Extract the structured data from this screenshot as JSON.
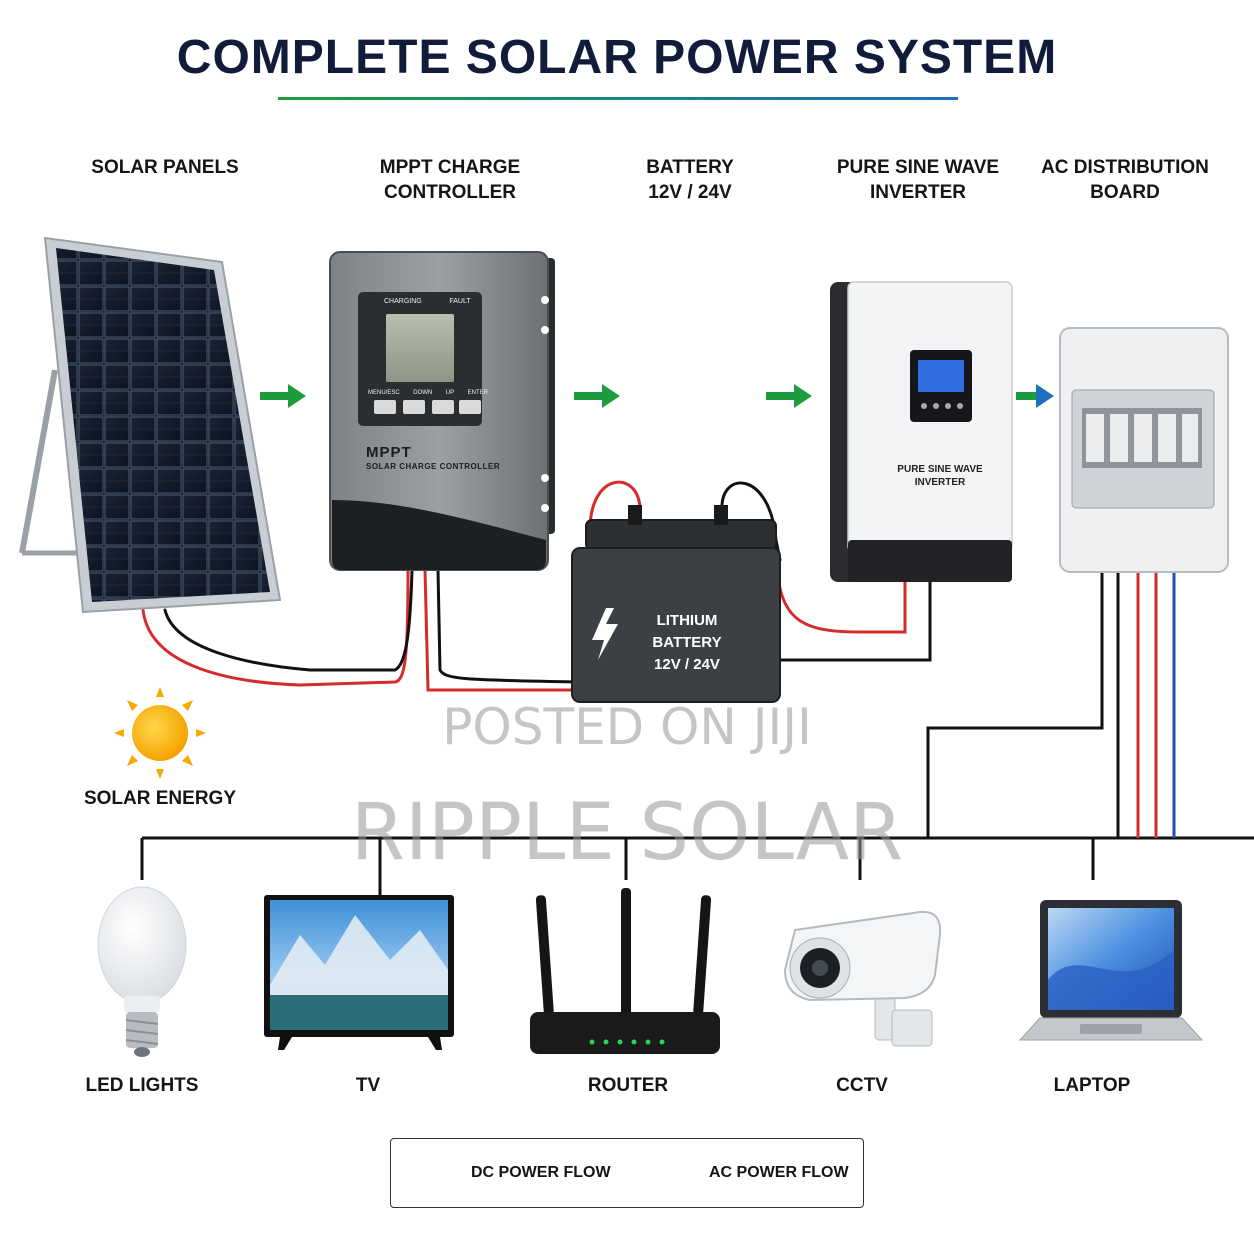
{
  "title": "COMPLETE SOLAR POWER SYSTEM",
  "components": {
    "solar_panels": {
      "label": "SOLAR PANELS"
    },
    "charge_controller": {
      "label_line1": "MPPT CHARGE",
      "label_line2": "CONTROLLER",
      "device_brand": "MPPT",
      "device_subtitle": "SOLAR CHARGE CONTROLLER",
      "indicator_charging": "CHARGING",
      "indicator_fault": "FAULT",
      "buttons": [
        "MENU/ESC",
        "DOWN",
        "UP",
        "ENTER"
      ]
    },
    "battery": {
      "label_line1": "BATTERY",
      "label_line2": "12V / 24V",
      "device_line1": "LITHIUM BATTERY",
      "device_line2": "12V / 24V"
    },
    "inverter": {
      "label_line1": "PURE SINE WAVE",
      "label_line2": "INVERTER",
      "device_line1": "PURE SINE WAVE",
      "device_line2": "INVERTER"
    },
    "ac_board": {
      "label_line1": "AC DISTRIBUTION",
      "label_line2": "BOARD"
    },
    "solar_energy": {
      "label": "SOLAR ENERGY"
    }
  },
  "loads": [
    {
      "label": "LED LIGHTS"
    },
    {
      "label": "TV"
    },
    {
      "label": "ROUTER"
    },
    {
      "label": "CCTV"
    },
    {
      "label": "LAPTOP"
    }
  ],
  "legend": {
    "dc": {
      "label": "DC POWER FLOW",
      "color": "#1e9b3c"
    },
    "ac": {
      "label": "AC POWER FLOW",
      "color": "#1f6fc0"
    }
  },
  "watermarks": {
    "posted": "POSTED ON JIJI",
    "brand": "RIPPLE SOLAR"
  },
  "colors": {
    "positive_wire": "#d62b2b",
    "negative_wire": "#111111",
    "ac_wire": "#1f4fb0"
  }
}
